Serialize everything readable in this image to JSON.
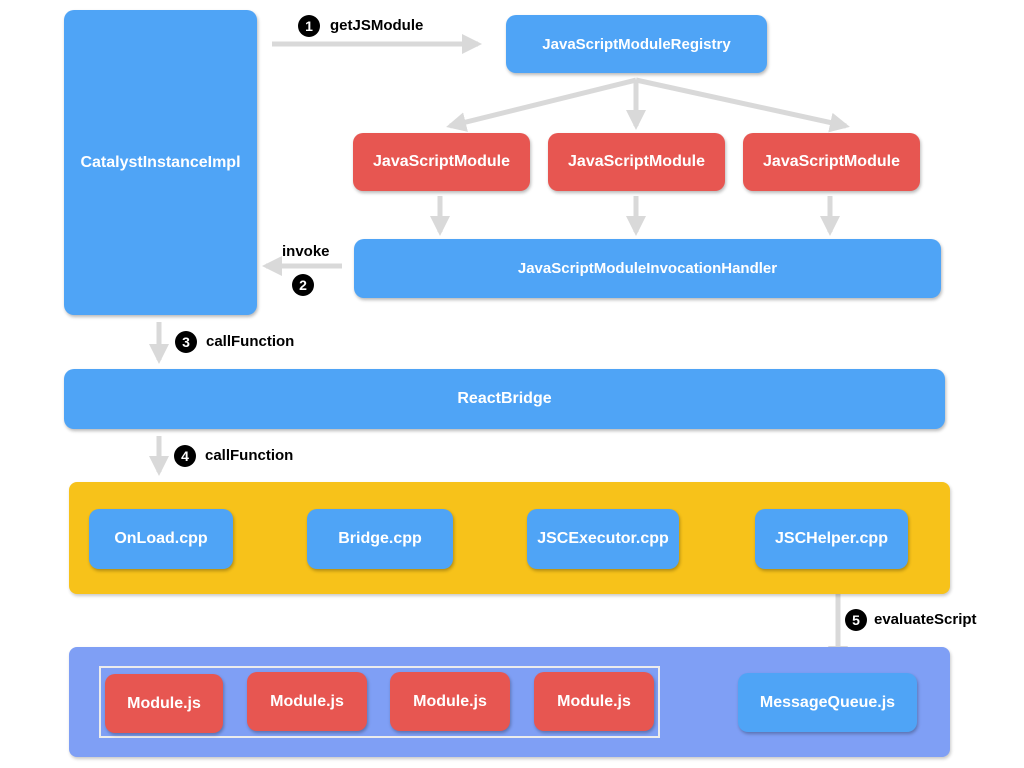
{
  "colors": {
    "blue": "#4fa4f6",
    "red": "#e75651",
    "native_panel": "#f7c21a",
    "js_panel": "#7f9ff5",
    "arrow": "#d9d9d9"
  },
  "nodes": {
    "catalyst": "CatalystInstanceImpl",
    "registry": "JavaScriptModuleRegistry",
    "js_modules": [
      "JavaScriptModule",
      "JavaScriptModule",
      "JavaScriptModule"
    ],
    "invocation_handler": "JavaScriptModuleInvocationHandler",
    "react_bridge": "ReactBridge",
    "native_chain": [
      "OnLoad.cpp",
      "Bridge.cpp",
      "JSCExecutor.cpp",
      "JSCHelper.cpp"
    ],
    "message_queue": "MessageQueue.js",
    "modules_js": [
      "Module.js",
      "Module.js",
      "Module.js",
      "Module.js"
    ]
  },
  "steps": [
    {
      "number": "1",
      "label": "getJSModule"
    },
    {
      "number": "2",
      "label": "invoke"
    },
    {
      "number": "3",
      "label": "callFunction"
    },
    {
      "number": "4",
      "label": "callFunction"
    },
    {
      "number": "5",
      "label": "evaluateScript"
    }
  ]
}
